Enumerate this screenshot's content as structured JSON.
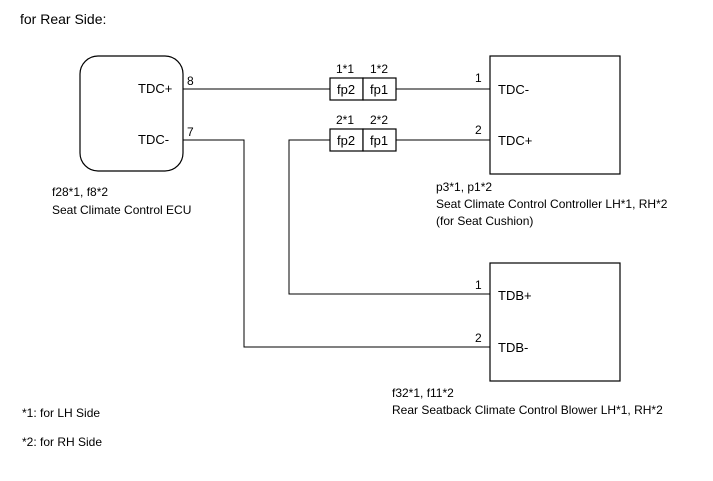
{
  "title": "for Rear Side:",
  "ecu": {
    "pins": [
      {
        "label": "TDC+",
        "number": "8"
      },
      {
        "label": "TDC-",
        "number": "7"
      }
    ],
    "code": "f28*1, f8*2",
    "name": "Seat Climate Control ECU"
  },
  "connector_top": {
    "left_pin": "1*1",
    "right_pin": "1*2",
    "left_label": "fp2",
    "right_label": "fp1"
  },
  "connector_bottom": {
    "left_pin": "2*1",
    "right_pin": "2*2",
    "left_label": "fp2",
    "right_label": "fp1"
  },
  "controller": {
    "pins": [
      {
        "label": "TDC-",
        "number": "1"
      },
      {
        "label": "TDC+",
        "number": "2"
      }
    ],
    "code": "p3*1, p1*2",
    "name": "Seat Climate Control Controller LH*1, RH*2",
    "note": "(for Seat Cushion)"
  },
  "blower": {
    "pins": [
      {
        "label": "TDB+",
        "number": "1"
      },
      {
        "label": "TDB-",
        "number": "2"
      }
    ],
    "code": "f32*1, f11*2",
    "name": "Rear Seatback Climate Control Blower LH*1, RH*2"
  },
  "footnotes": [
    "*1: for LH Side",
    "*2: for RH Side"
  ]
}
